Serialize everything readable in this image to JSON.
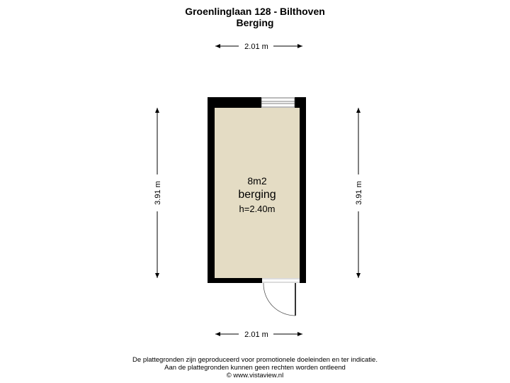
{
  "header": {
    "address": "Groenlinglaan 128 - Bilthoven",
    "floor": "Berging"
  },
  "dimensions": {
    "top_width": "2.01 m",
    "bottom_width": "2.01 m",
    "left_height": "3.91 m",
    "right_height": "3.91 m"
  },
  "room": {
    "area": "8m2",
    "name": "berging",
    "height": "h=2.40m"
  },
  "footer": {
    "line1": "De plattegronden zijn geproduceerd voor promotionele doeleinden en ter indicatie.",
    "line2": "Aan de plattegronden kunnen geen rechten worden ontleend",
    "line3": "© www.vistaview.nl"
  },
  "colors": {
    "floor": "#e4dcc4",
    "wall": "#000000"
  }
}
